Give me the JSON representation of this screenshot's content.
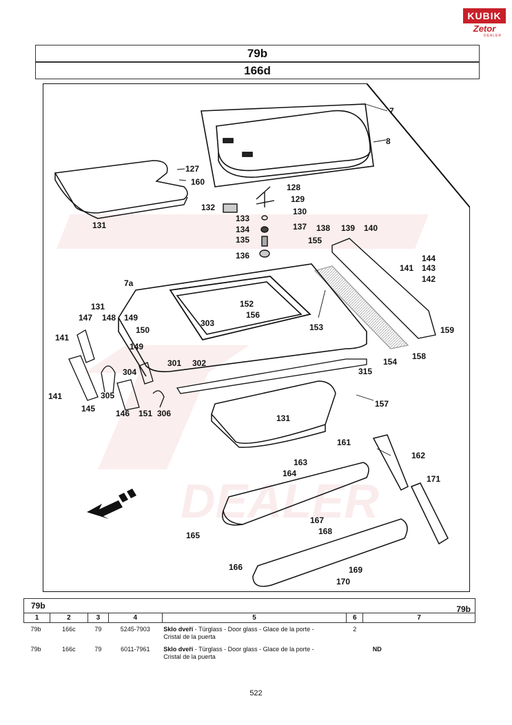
{
  "logo": {
    "brand": "KUBIK",
    "sub": "Zetor",
    "tag": "DEALER"
  },
  "header": {
    "group": "79b",
    "subgroup": "166d"
  },
  "part_numbers": [
    "7",
    "8",
    "127",
    "160",
    "128",
    "129",
    "130",
    "132",
    "133",
    "134",
    "135",
    "136",
    "137",
    "138",
    "139",
    "140",
    "155",
    "144",
    "143",
    "142",
    "141",
    "7a",
    "152",
    "156",
    "303",
    "153",
    "131",
    "147",
    "148",
    "149",
    "150",
    "302",
    "301",
    "159",
    "158",
    "154",
    "315",
    "304",
    "305",
    "145",
    "146",
    "151",
    "306",
    "157",
    "161",
    "162",
    "163",
    "164",
    "171",
    "167",
    "168",
    "165",
    "166",
    "169",
    "170"
  ],
  "table": {
    "group_left": "79b",
    "group_right": "79b",
    "columns": [
      "1",
      "2",
      "3",
      "4",
      "5",
      "6",
      "7"
    ],
    "rows": [
      {
        "c1": "79b",
        "c2": "166c",
        "c3": "79",
        "c4": "5245-7903",
        "c5_bold": "Sklo dveří",
        "c5_rest": " - Türglass - Door glass - Glace de la porte -",
        "c5_line2": "Cristal de la puerta",
        "c6": "2",
        "c7": ""
      },
      {
        "c1": "79b",
        "c2": "166c",
        "c3": "79",
        "c4": "6011-7961",
        "c5_bold": "Sklo dveří",
        "c5_rest": " - Türglass - Door glass - Glace de la porte -",
        "c5_line2": "Cristal de la puerta",
        "c6": "",
        "c7": "ND"
      }
    ]
  },
  "page_number": "522"
}
